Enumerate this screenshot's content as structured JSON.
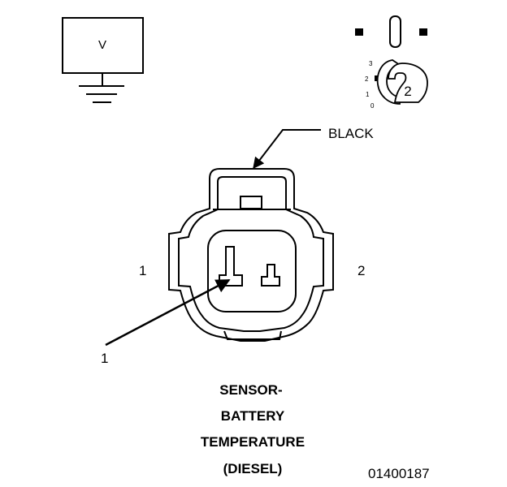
{
  "meter": {
    "display_label": "V",
    "icon": "ground-symbol-icon"
  },
  "selector": {
    "icon": "ohmmeter-range-selector-icon",
    "positions": [
      "3",
      "2",
      "1",
      "0"
    ],
    "selected_label": "2"
  },
  "connector": {
    "color_label": "BLACK",
    "pin_left_label": "1",
    "pin_right_label": "2",
    "callout_label": "1"
  },
  "caption": {
    "line1": "SENSOR-",
    "line2": "BATTERY",
    "line3": "TEMPERATURE",
    "line4": "(DIESEL)"
  },
  "figure_id": "01400187"
}
